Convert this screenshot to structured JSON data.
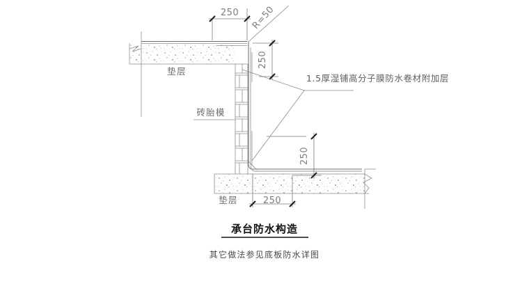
{
  "drawing": {
    "title": "承台防水构造",
    "subtitle": "其它做法参见底板防水详图",
    "annotations": {
      "membrane_note": "1.5厚湿铺高分子膜防水卷材附加层",
      "radius_note": "R=50"
    },
    "labels": {
      "cushion_top": "垫层",
      "cushion_bottom": "垫层",
      "brick_formwork": "砖胎模"
    },
    "dimensions": {
      "top_horizontal": "250",
      "upper_vertical": "250",
      "lower_vertical": "250",
      "bottom_horizontal": "250"
    },
    "colors": {
      "line": "#8e8e8e",
      "line_dark": "#4a4a4a",
      "tick": "#1d1d1d",
      "text_dim": "#7c7c7c",
      "title": "#111111",
      "background": "#ffffff"
    }
  }
}
